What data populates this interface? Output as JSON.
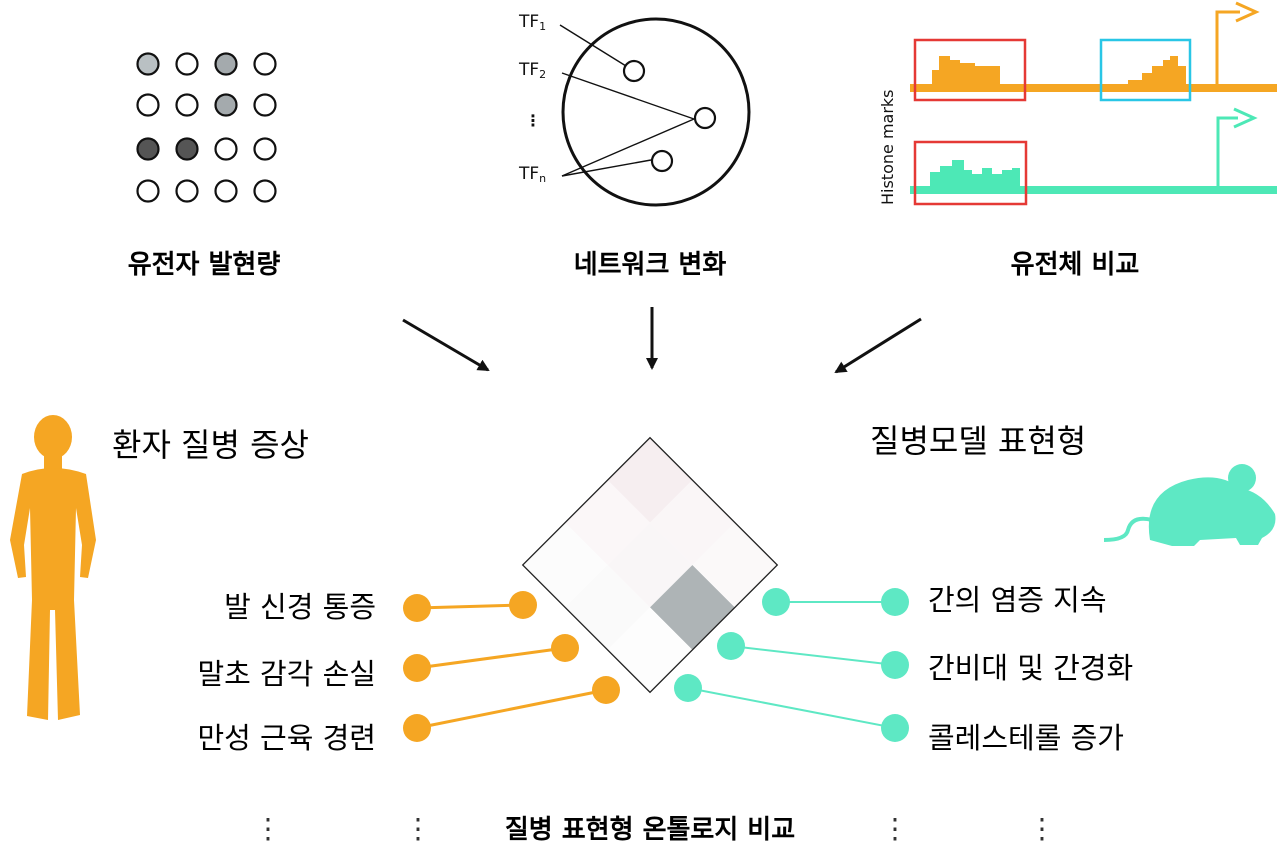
{
  "panels": {
    "gene_expression": {
      "title": "유전자 발현량"
    },
    "network_change": {
      "title": "네트워크 변화",
      "tf_labels": [
        {
          "base": "TF",
          "sub": "1"
        },
        {
          "base": "TF",
          "sub": "2"
        },
        {
          "base": "⋮",
          "sub": ""
        },
        {
          "base": "TF",
          "sub": "n"
        }
      ]
    },
    "genome_compare": {
      "title": "유전체 비교",
      "ylabel": "Histone marks"
    }
  },
  "center": {
    "left_heading": "환자 질병 증상",
    "right_heading": "질병모델 표현형",
    "left_items": [
      "발 신경 통증",
      "말초 감각 손실",
      "만성 근육 경련"
    ],
    "right_items": [
      "간의 염증 지속",
      "간비대 및 간경화",
      "콜레스테롤 증가"
    ],
    "footer": "질병 표현형 온톨로지 비교",
    "ellipsis": "⋮"
  },
  "colors": {
    "human": "#f5a623",
    "mouse": "#5ee8c4",
    "red_box": "#e53935",
    "cyan_box": "#29c6e6",
    "track_orange": "#f5a623",
    "track_green": "#4de8b6"
  },
  "icons": {
    "human": "human-figure-icon",
    "mouse": "mouse-icon"
  }
}
